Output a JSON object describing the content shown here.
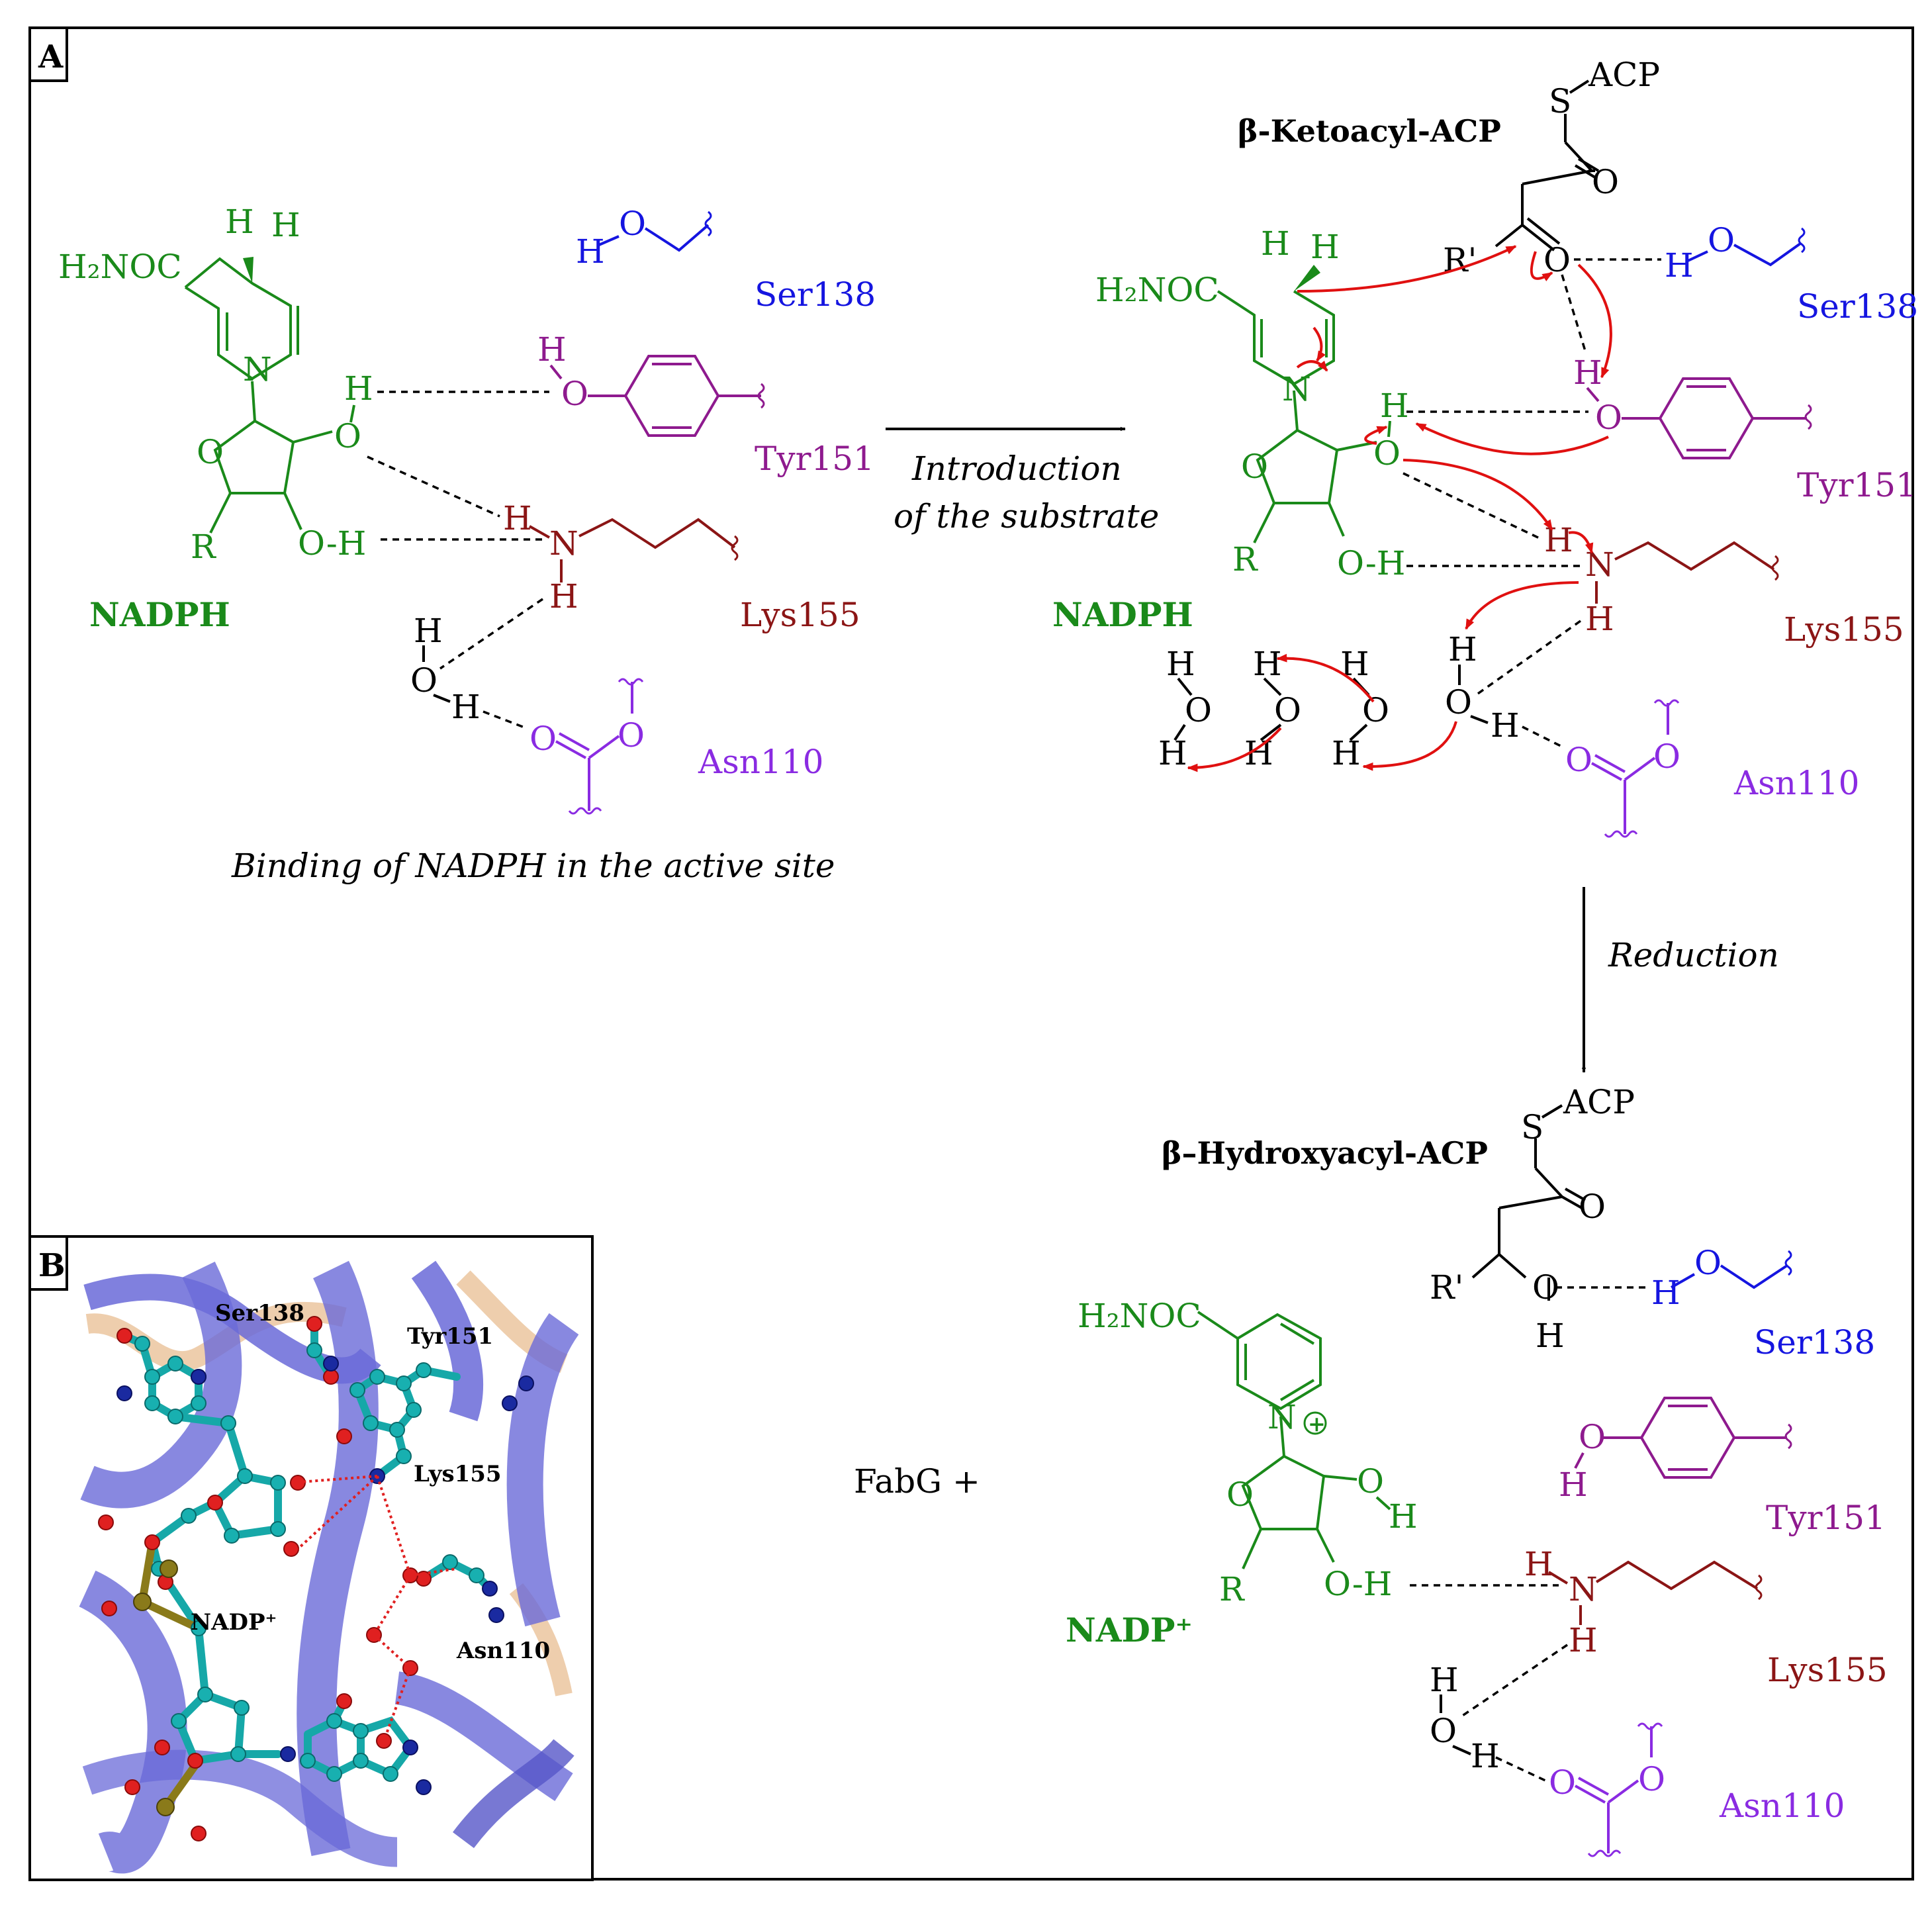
{
  "panel_a": {
    "label": "A"
  },
  "panel_b": {
    "label": "B"
  },
  "colors": {
    "nadph": "#1a8a1a",
    "ser": "#1515e0",
    "tyr": "#8e1a8e",
    "lys": "#8b1515",
    "asn": "#8a2be2",
    "water": "#000000",
    "arrow": "#e01010",
    "protein": "#6a6ad8"
  },
  "left_scheme": {
    "cofactor": "NADPH",
    "amide": "H₂NOC",
    "ring_n": "N",
    "ring_o": "O",
    "r_group": "R",
    "hydride_h1": "H",
    "hydride_h2": "H",
    "ho2": "O-H",
    "o3": "O",
    "h3": "H",
    "ser_o": "O",
    "ser_h": "H",
    "ser_label": "Ser138",
    "tyr_o": "O",
    "tyr_h": "H",
    "tyr_label": "Tyr151",
    "lys_n": "N",
    "lys_h1": "H",
    "lys_h2": "H",
    "lys_label": "Lys155",
    "w_o": "O",
    "w_h1": "H",
    "w_h2": "H",
    "asn_o1": "O",
    "asn_o2": "O",
    "asn_label": "Asn110",
    "caption": "Binding of NADPH in the active site"
  },
  "step1": {
    "line1": "Introduction",
    "line2": "of the substrate"
  },
  "right_top": {
    "substrate": "β-Ketoacyl-ACP",
    "s": "S",
    "acp": "ACP",
    "o_thio": "O",
    "r_prime": "R'",
    "o_keto": "O",
    "cofactor": "NADPH",
    "amide": "H₂NOC",
    "ring_n": "N",
    "ring_o": "O",
    "r_group": "R",
    "hydride_h1": "H",
    "hydride_h2": "H",
    "h3": "H",
    "o3": "O",
    "ho2": "O-H",
    "ser_o": "O",
    "ser_h": "H",
    "ser_label": "Ser138",
    "tyr_o": "O",
    "tyr_h": "H",
    "tyr_label": "Tyr151",
    "lys_n": "N",
    "lys_h1": "H",
    "lys_h2": "H",
    "lys_label": "Lys155",
    "w1_h1": "H",
    "w1_o": "O",
    "w1_h2": "H",
    "w2_h1": "H",
    "w2_o": "O",
    "w2_h2": "H",
    "w3_h1": "H",
    "w3_o": "O",
    "w3_h2": "H",
    "w4_h1": "H",
    "w4_o": "O",
    "w4_h2": "H",
    "asn_o1": "O",
    "asn_o2": "O",
    "asn_label": "Asn110"
  },
  "step2": {
    "label": "Reduction"
  },
  "right_bottom": {
    "product": "β–Hydroxyacyl-ACP",
    "s": "S",
    "acp": "ACP",
    "o_thio": "O",
    "r_prime": "R'",
    "o_hyd": "O",
    "h_hyd": "H",
    "cofactor": "NADP⁺",
    "amide": "H₂NOC",
    "ring_n": "N",
    "plus": "+",
    "ring_o": "O",
    "r_group": "R",
    "o3": "O",
    "h3": "H",
    "ho2": "O-H",
    "ser_o": "O",
    "ser_h": "H",
    "ser_label": "Ser138",
    "tyr_o": "O",
    "tyr_h": "H",
    "tyr_label": "Tyr151",
    "lys_n": "N",
    "lys_h1": "H",
    "lys_h2": "H",
    "lys_label": "Lys155",
    "w_h1": "H",
    "w_o": "O",
    "w_h2": "H",
    "asn_o1": "O",
    "asn_o2": "O",
    "asn_label": "Asn110",
    "fabg": "FabG +"
  },
  "panel_b_labels": {
    "ser": "Ser138",
    "tyr": "Tyr151",
    "lys": "Lys155",
    "cofactor": "NADP⁺",
    "asn": "Asn110"
  }
}
